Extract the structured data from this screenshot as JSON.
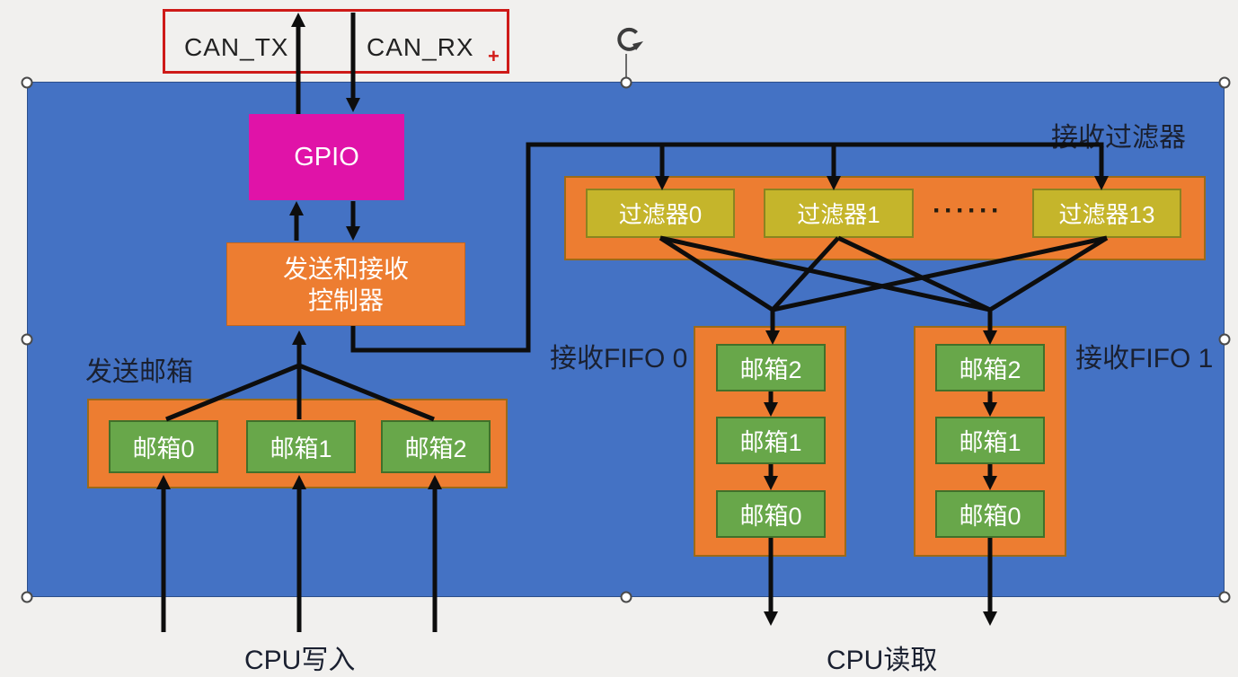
{
  "callout": {
    "can_tx": "CAN_TX",
    "can_rx": "CAN_RX",
    "plus": "+",
    "border_color": "#ce1a18"
  },
  "blocks": {
    "gpio": {
      "label": "GPIO",
      "fill": "#e013a8"
    },
    "controller": {
      "line1": "发送和接收",
      "line2": "控制器",
      "fill": "#ed7d31"
    }
  },
  "tx_section": {
    "title": "发送邮箱",
    "boxes": [
      "邮箱0",
      "邮箱1",
      "邮箱2"
    ]
  },
  "filter_section": {
    "title": "接收过滤器",
    "boxes": [
      "过滤器0",
      "过滤器1",
      "过滤器13"
    ],
    "ellipsis": "······"
  },
  "fifo0": {
    "title": "接收FIFO 0",
    "boxes": [
      "邮箱2",
      "邮箱1",
      "邮箱0"
    ]
  },
  "fifo1": {
    "title": "接收FIFO 1",
    "boxes": [
      "邮箱2",
      "邮箱1",
      "邮箱0"
    ]
  },
  "cpu": {
    "write": "CPU写入",
    "read": "CPU读取"
  },
  "colors": {
    "slide_blue": "#4472c4",
    "container_orange": "#ed7d31",
    "mailbox_green": "#68a74a",
    "filter_yellow": "#c5b52b",
    "arrow_black": "#0d0d0d",
    "background": "#f1f0ee"
  }
}
